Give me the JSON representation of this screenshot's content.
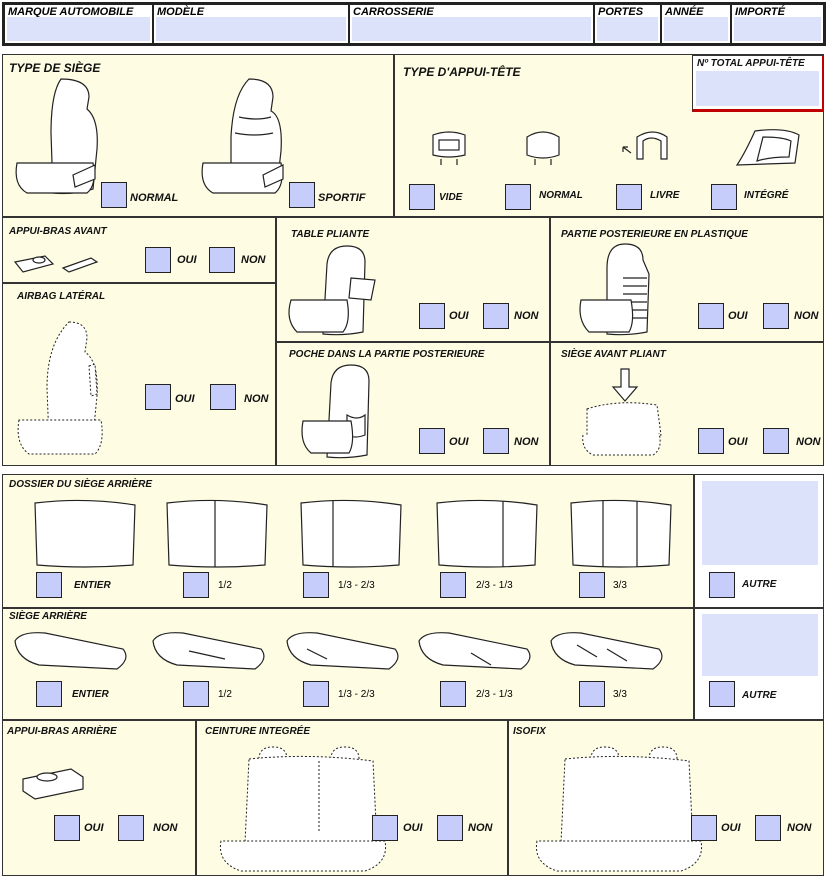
{
  "header": {
    "fields": [
      {
        "label": "MARQUE AUTOMOBILE",
        "value": ""
      },
      {
        "label": "MODÈLE",
        "value": ""
      },
      {
        "label": "CARROSSERIE",
        "value": ""
      },
      {
        "label": "PORTES",
        "value": ""
      },
      {
        "label": "ANNÉE",
        "value": ""
      },
      {
        "label": "IMPORTÉ",
        "value": ""
      }
    ]
  },
  "seat_type": {
    "title": "TYPE DE SIÈGE",
    "options": [
      "NORMAL",
      "SPORTIF"
    ]
  },
  "headrest_type": {
    "title": "TYPE D'APPUI-TÊTE",
    "options": [
      "VIDE",
      "NORMAL",
      "LIVRE",
      "INTÉGRÉ"
    ]
  },
  "headrest_total": {
    "label": "Nº TOTAL APPUI-TÊTE",
    "value": ""
  },
  "front_armrest": {
    "title": "APPUI-BRAS AVANT",
    "yes": "OUI",
    "no": "NON"
  },
  "side_airbag": {
    "title": "AIRBAG LATÉRAL",
    "yes": "OUI",
    "no": "NON"
  },
  "folding_table": {
    "title": "TABLE PLIANTE",
    "yes": "OUI",
    "no": "NON"
  },
  "plastic_back": {
    "title": "PARTIE POSTERIEURE EN PLASTIQUE",
    "yes": "OUI",
    "no": "NON"
  },
  "back_pocket": {
    "title": "POCHE DANS LA PARTIE POSTERIEURE",
    "yes": "OUI",
    "no": "NON"
  },
  "folding_front_seat": {
    "title": "SIÈGE AVANT PLIANT",
    "yes": "OUI",
    "no": "NON"
  },
  "rear_backrest": {
    "title": "DOSSIER DU SIÈGE ARRIÈRE",
    "options": [
      "ENTIER",
      "1/2",
      "1/3 - 2/3",
      "2/3 - 1/3",
      "3/3"
    ],
    "other": "AUTRE"
  },
  "rear_seat": {
    "title": "SIÈGE ARRIÈRE",
    "options": [
      "ENTIER",
      "1/2",
      "1/3 - 2/3",
      "2/3 - 1/3",
      "3/3"
    ],
    "other": "AUTRE"
  },
  "rear_armrest": {
    "title": "APPUI-BRAS ARRIÈRE",
    "yes": "OUI",
    "no": "NON"
  },
  "integrated_belt": {
    "title": "CEINTURE INTEGRÉE",
    "yes": "OUI",
    "no": "NON"
  },
  "isofix": {
    "title": "ISOFIX",
    "yes": "OUI",
    "no": "NON"
  },
  "colors": {
    "panel_bg": "#fefde4",
    "checkbox_fill": "#c7cdfa",
    "field_fill": "#dde2fb",
    "accent_red": "#c00000"
  }
}
